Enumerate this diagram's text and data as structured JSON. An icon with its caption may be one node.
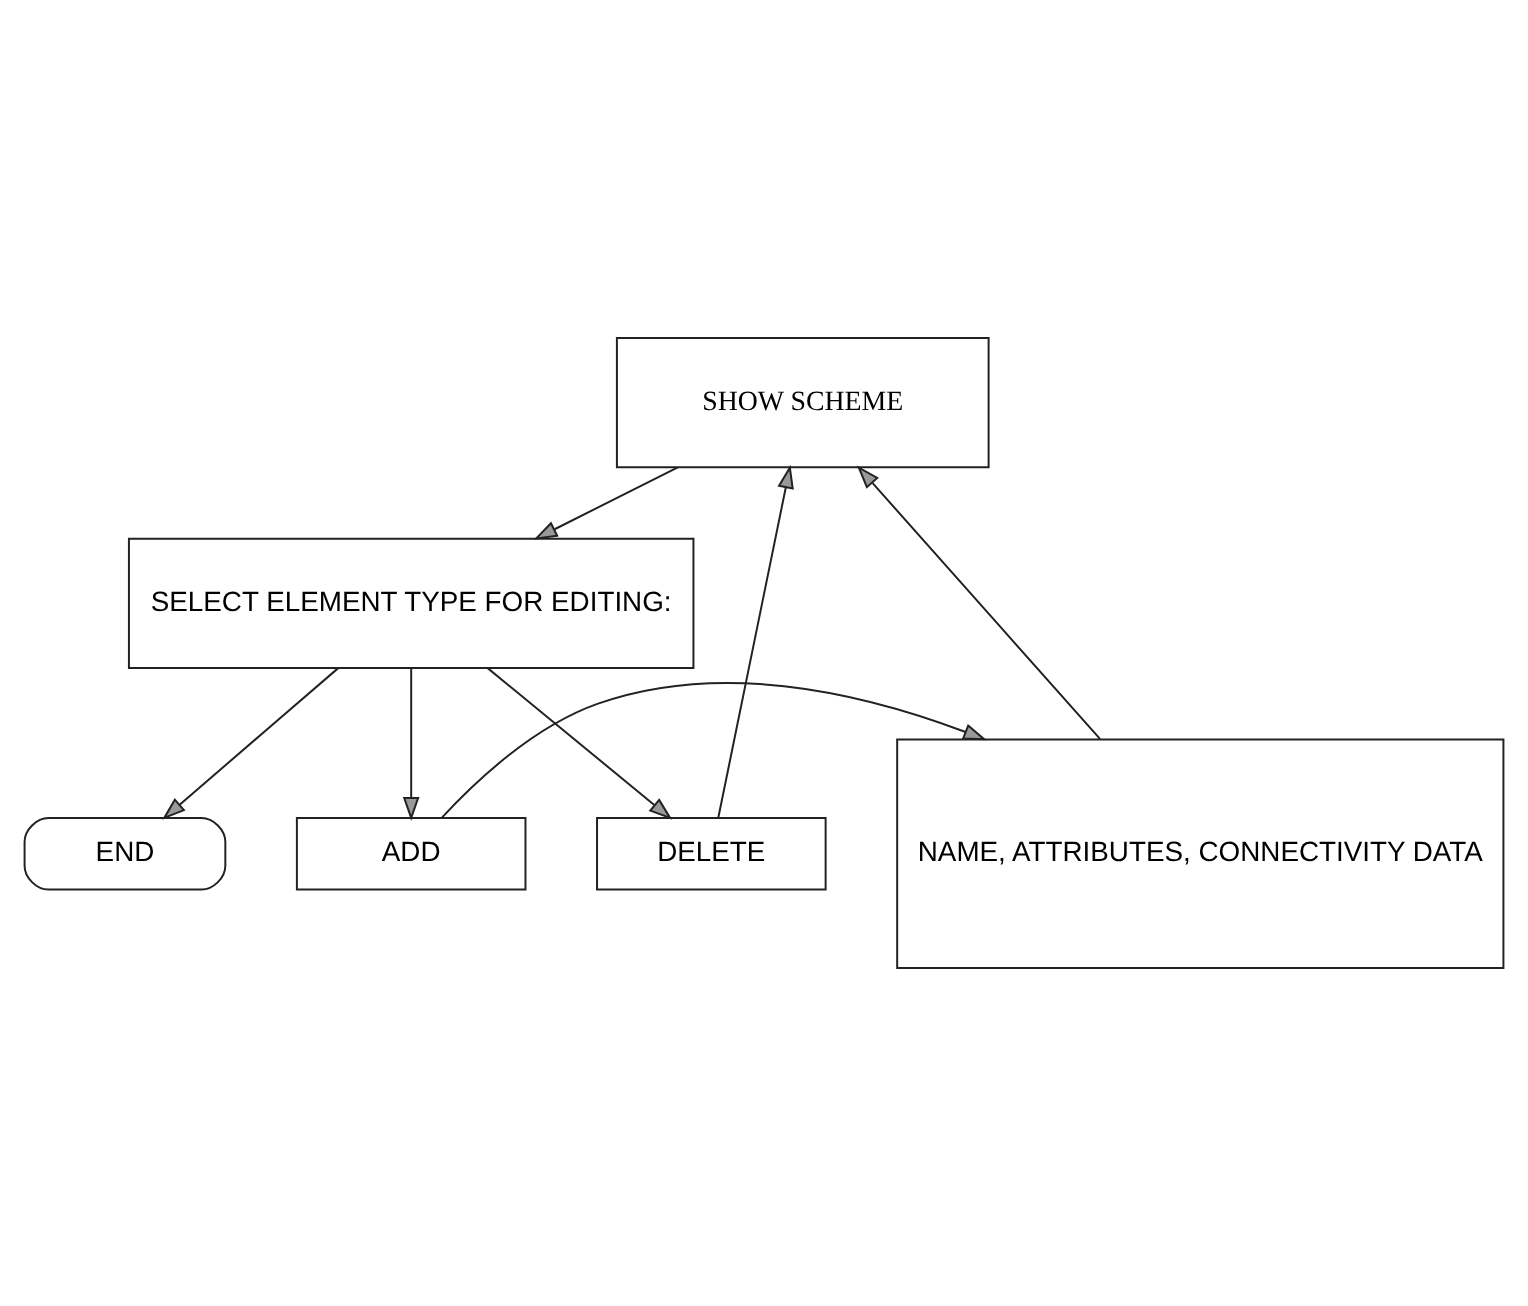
{
  "diagram": {
    "nodes": [
      {
        "text": [
          "SHOW SCHEME"
        ]
      },
      {
        "text": [
          "SELECT ELEMENT TYPE FOR EDITING:"
        ]
      },
      {
        "text": [
          "ADD"
        ]
      },
      {
        "text": [
          "DELETE"
        ]
      },
      {
        "text": [
          "END"
        ]
      },
      {
        "text": [
          "NAME, ATTRIBUTES, CONNECTIVITY DATA"
        ]
      }
    ],
    "edges": [
      {
        "from": 0,
        "to": 1,
        "arrow": "to"
      },
      {
        "from": 1,
        "to": 2,
        "arrow": "to"
      },
      {
        "from": 1,
        "to": 3,
        "arrow": "to"
      },
      {
        "from": 1,
        "to": 4,
        "arrow": "to"
      },
      {
        "from": 2,
        "to": 5,
        "arrow": "to"
      },
      {
        "from": 5,
        "to": 0,
        "arrow": "to"
      },
      {
        "from": 3,
        "to": 0,
        "arrow": "to"
      }
    ]
  }
}
